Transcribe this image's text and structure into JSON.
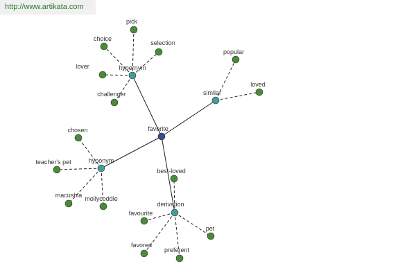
{
  "header": {
    "url": "http://www.artikata.com"
  },
  "colors": {
    "root_node": "#3a4a8a",
    "hub_node": "#4a9a9a",
    "leaf_node": "#4a8a3a",
    "edge": "#222222",
    "url_text": "#2a7a2a",
    "url_bg": "#f0f0f0"
  },
  "graph": {
    "root": "favorite",
    "hubs": [
      "hypernym",
      "similar",
      "hyponym",
      "derivation"
    ],
    "nodes": {
      "favorite": "favorite",
      "hypernym": "hypernym",
      "similar": "similar",
      "hyponym": "hyponym",
      "derivation": "derivation",
      "pick": "pick",
      "choice": "choice",
      "selection": "selection",
      "lover": "lover",
      "challenger": "challenger",
      "popular": "popular",
      "loved": "loved",
      "chosen": "chosen",
      "teachers_pet": "teacher's pet",
      "macushla": "macushla",
      "mollycoddle": "mollycoddle",
      "best_loved": "best-loved",
      "favourite": "favourite",
      "pet": "pet",
      "favored": "favored",
      "preferent": "preferent"
    },
    "edges": [
      {
        "from": "favorite",
        "to": "hypernym",
        "style": "solid"
      },
      {
        "from": "favorite",
        "to": "similar",
        "style": "solid"
      },
      {
        "from": "favorite",
        "to": "hyponym",
        "style": "solid"
      },
      {
        "from": "favorite",
        "to": "derivation",
        "style": "solid"
      },
      {
        "from": "hypernym",
        "to": "pick",
        "style": "dashed"
      },
      {
        "from": "hypernym",
        "to": "choice",
        "style": "dashed"
      },
      {
        "from": "hypernym",
        "to": "selection",
        "style": "dashed"
      },
      {
        "from": "hypernym",
        "to": "lover",
        "style": "dashed"
      },
      {
        "from": "hypernym",
        "to": "challenger",
        "style": "dashed"
      },
      {
        "from": "similar",
        "to": "popular",
        "style": "dashed"
      },
      {
        "from": "similar",
        "to": "loved",
        "style": "dashed"
      },
      {
        "from": "hyponym",
        "to": "chosen",
        "style": "dashed"
      },
      {
        "from": "hyponym",
        "to": "teachers_pet",
        "style": "dashed"
      },
      {
        "from": "hyponym",
        "to": "macushla",
        "style": "dashed"
      },
      {
        "from": "hyponym",
        "to": "mollycoddle",
        "style": "dashed"
      },
      {
        "from": "derivation",
        "to": "best_loved",
        "style": "dashed"
      },
      {
        "from": "derivation",
        "to": "favourite",
        "style": "dashed"
      },
      {
        "from": "derivation",
        "to": "pet",
        "style": "dashed"
      },
      {
        "from": "derivation",
        "to": "favored",
        "style": "dashed"
      },
      {
        "from": "derivation",
        "to": "preferent",
        "style": "dashed"
      }
    ]
  }
}
